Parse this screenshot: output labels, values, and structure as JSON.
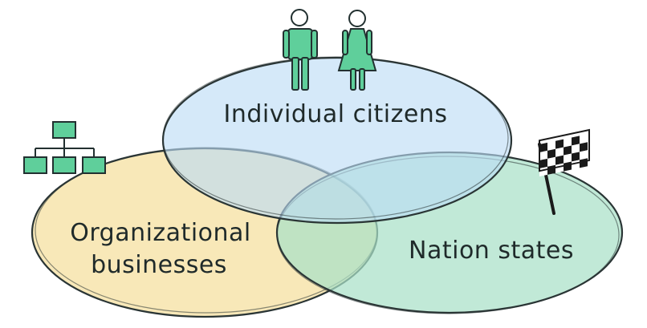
{
  "sets": [
    {
      "id": "individual",
      "label": "Individual citizens",
      "color": "#cfe6f8"
    },
    {
      "id": "organizational",
      "label_lines": [
        "Organizational",
        "businesses"
      ],
      "color": "#f7e6b0"
    },
    {
      "id": "nation",
      "label": "Nation states",
      "color": "#bfe8d6"
    }
  ],
  "icons": {
    "people": "person-icons",
    "org": "org-chart-icon",
    "flag": "checkered-flag-icon",
    "accent": "#5fcf9b"
  }
}
